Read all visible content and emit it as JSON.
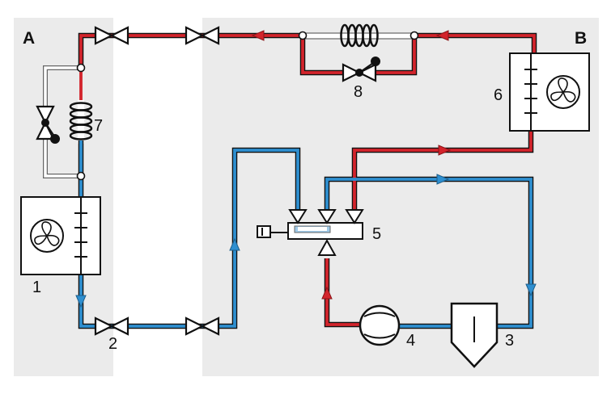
{
  "zones": [
    {
      "label": "A"
    },
    {
      "label": "B"
    }
  ],
  "components": {
    "c1": "1",
    "c2": "2",
    "c3": "3",
    "c4": "4",
    "c5": "5",
    "c6": "6",
    "c7": "7",
    "c8": "8"
  },
  "colors": {
    "hot_line": "#d3242c",
    "cold_line": "#2e8fd0",
    "neutral_line": "#9a9a9a",
    "outline": "#111111",
    "zone_background": "#ebebeb"
  },
  "icons": [
    "fan-icon",
    "coil-icon",
    "valve-icon",
    "arrow-icon"
  ]
}
